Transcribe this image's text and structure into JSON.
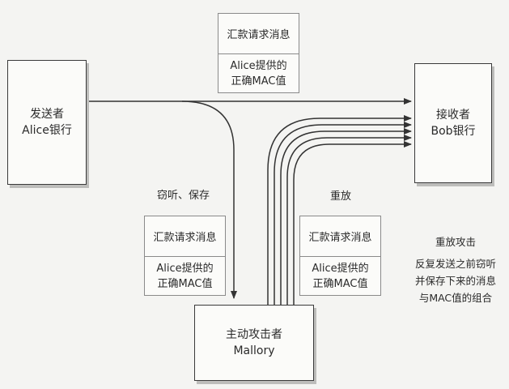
{
  "sender": {
    "line1": "发送者",
    "line2": "Alice银行"
  },
  "receiver": {
    "line1": "接收者",
    "line2": "Bob银行"
  },
  "attacker": {
    "line1": "主动攻击者",
    "line2": "Mallory"
  },
  "message_card": {
    "title": "汇款请求消息",
    "mac_line1": "Alice提供的",
    "mac_line2": "正确MAC值"
  },
  "labels": {
    "eavesdrop": "窃听、保存",
    "replay": "重放"
  },
  "annotation": {
    "title": "重放攻击",
    "line1": "反复发送之前窃听",
    "line2": "并保存下来的消息",
    "line3": "与MAC值的组合"
  }
}
